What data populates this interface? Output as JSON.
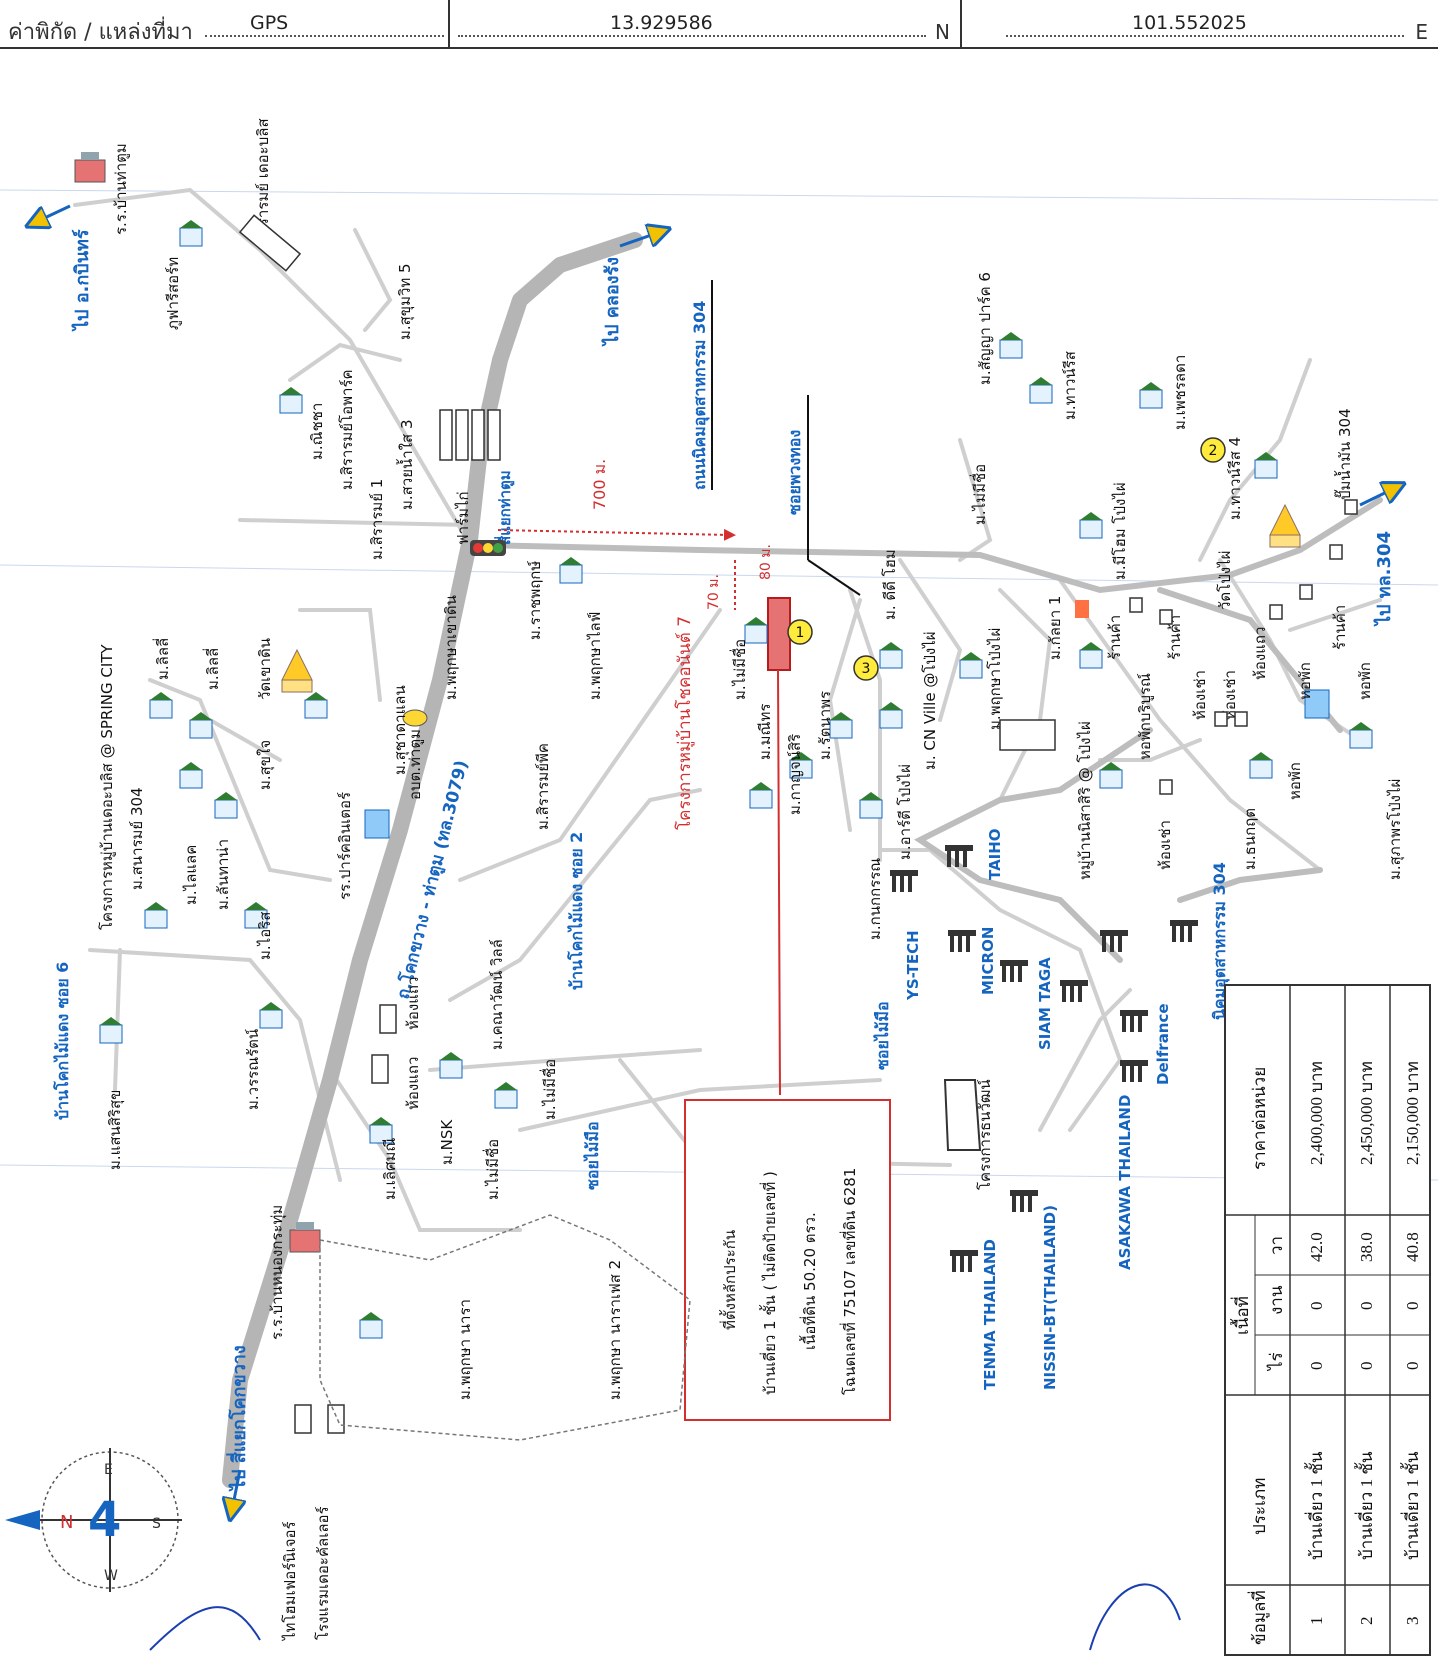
{
  "header": {
    "source_label": "ค่าพิกัด / แหล่งที่มา",
    "source_value": "GPS",
    "lat_value": "13.929586",
    "lat_unit": "N",
    "lng_value": "101.552025",
    "lng_unit": "E"
  },
  "directions": {
    "to_kabin": "ไป อ.กบินทร์",
    "to_khlong_rang": "ไป คลองรัง",
    "to_hwy304": "ไป ทล.304",
    "to_khok_khwang": "ไป สี่แยกโคกขวาง"
  },
  "roads": {
    "main_road": "ถ.โคกขวาง - ท่าตูม (ทล.3079)",
    "industrial_road": "ถนนนิคมอุตสาหกรรม 304",
    "soi_phuangthong": "ซอยพวงทอง",
    "soi_mai_mue_1": "ซอยไม้มือ",
    "soi_mai_mue_2": "ซอยไม้มือ",
    "soi_ban_khok_2": "บ้านโคกไม้แดง ซอย 2",
    "soi_ban_khok_6": "บ้านโคกไม้แดง ซอย 6",
    "intersection": "สี่แยกท่าตูม"
  },
  "distances": {
    "d700": "700 ม.",
    "d70": "70 ม.",
    "d80": "80 ม."
  },
  "subject_project": "โครงการหมู่บ้านโชคอนันต์ 7",
  "markers": [
    "1",
    "2",
    "3"
  ],
  "subject_box": {
    "line1": "ที่ตั้งหลักประกัน",
    "line2": "บ้านเดี่ยว 1 ชั้น ( ไม่ติดป้ายเลขที่ )",
    "line3": "เนื้อที่ดิน 50.20 ตรว.",
    "line4": "โฉนดเลขที่ 75107 เลขที่ดิน 6281"
  },
  "places": {
    "school_ban_thatum": "ร.ร.บ้านท่าตูม",
    "phuree_resort": "ภูฟารีสอร์ท",
    "m_sirarom_blis": "ม.สิรารมย์ เดอะบลิส",
    "m_sukhumvit5": "ม.สุขุมวิท 5",
    "m_nichcha": "ม.ณิชชา",
    "m_sirarom_park": "ม.สิรารมย์โอพาร์ค",
    "m_suaynamsai3": "ม.สวยน้ำใส 3",
    "m_sirarom1": "ม.สิรารมย์ 1",
    "farm_kai": "ฟาร์มไก่",
    "m_phrueksa_khaodin": "ม.พฤกษาเขาดิน",
    "m_ratchaphruek": "ม.ราชพฤกษ์",
    "m_phrueksa_ville": "ม.พฤกษาไลฟ์",
    "wat_khaodin": "วัดเขาดิน",
    "m_lilly1": "ม.ลิลลี่",
    "m_lilly2": "ม.ลิลลี่",
    "spring_city": "โครงการหมู่บ้านเดอะบลิส @ SPRING CITY",
    "m_sukjai": "ม.สุขใจ",
    "m_suchada": "ม.สุชาดาแลน",
    "abt_thatum": "อบต.ท่าตูม",
    "rr_park": "รร.ปาร์คอินเตอร์",
    "m_sirarom_phet": "ม.สิรารมย์พีค",
    "m_sanarom304": "ม.สนารมย์ 304",
    "m_lanlad": "ม.ไลแลค",
    "m_lanthana": "ม.ลันทาน่า",
    "m_iris": "ม.ไอริส",
    "m_khanawat": "ม.คณาวัฒน์ วิลล์",
    "hong_thaew1": "ห้องแถว",
    "hong_thaew2": "ห้องแถว",
    "m_wannarat": "ม.วรรณรัตน์",
    "m_saensirisuk": "ม.แสนสิริสุข",
    "m_loetsom": "ม.เลิศมณี",
    "m_nsk": "ม.NSK",
    "m_mai_mue1": "ม.ไม่มีชื่อ",
    "m_mai_mue2": "ม.ไม่มีชื่อ",
    "rr_ban_nong_krathum": "ร.ร.บ้านหนองกระทุ่ม",
    "m_phrueksa_nara": "ม.พฤกษา นารา",
    "m_phrueksa_nara2": "ม.พฤกษา นาราเฟส 2",
    "thai_home": "ไทโฮมเฟอร์นิเจอร์",
    "hotel": "โรงแรมเดอะคัลเลอร์",
    "m_mai_mue_s": "ม.ไม่มีชื่อ",
    "m_manithon": "ม.มณีทร",
    "m_kanyalak": "ม.กาญจน์สิริ",
    "m_rattanaphon": "ม.รัตนาพร",
    "m_kanokkorn": "ม.กนกกรรณ",
    "m_arisa": "ม.อาร์ตี โป่งไผ่",
    "m_cnville": "ม. CN Ville @โป่งไผ่",
    "m_ditihome": "ม. ดีดี โฮม",
    "m_phrueksa_pongphai": "ม.พฤกษาโป่งไผ่",
    "m_klaya1": "ม.กัลยา 1",
    "m_ban_nirat": "หมู่บ้านนิสาสิริ @ โป่งไผ่",
    "m_mai_mue_e": "ม.ไม่มีชื่อ",
    "m_sanyaparc": "ม.สัญญา ปาร์ค 6",
    "m_thawirat": "ม.ทาวน์รีส",
    "m_phetcharada": "ม.เพชรลดา",
    "m_mihome": "ม.มีโฮม โป่งไผ่",
    "m_thawirat4": "ม.ทาวน์รีส 4",
    "wat_pongphai": "วัดโป่งไผ่",
    "m_pongphai304": "ปั๊มน้ำมัน 304",
    "ran_kha1": "ร้านค้า",
    "ran_kha2": "ร้านค้า",
    "ran_kha3": "ร้านค้า",
    "hong_chao1": "ห้องเช่า",
    "hong_chao2": "ห้องเช่า",
    "hong_chao3": "ห้องเช่า",
    "hong_thaew3": "ห้องแถว",
    "hopak1": "หอพัก",
    "hopak2": "หอพัก",
    "hopak3": "หอพัก",
    "hopak_boriboon": "หอพักบริบูรณ์",
    "m_thanakrit": "ม.ธนกฤต",
    "m_supaporn": "ม.สุภาพรโป่งไผ่",
    "kanan_thanawat": "โครงการธนวัฒน์",
    "nikhom": "นิคมอุตสาหกรรม 304"
  },
  "factories": [
    "TAIHO",
    "YS-TECH",
    "MICRON",
    "SIAM TAGA",
    "Delfrance",
    "ASAKAWA THAILAND",
    "TENMA THAILAND",
    "NISSIN-BT(THAILAND)"
  ],
  "compass": {
    "n": "N",
    "e": "E",
    "s": "S",
    "w": "W"
  },
  "table": {
    "headers": {
      "no": "ข้อมูลที่",
      "type": "ประเภท",
      "area": "เนื้อที่",
      "rai": "ไร่",
      "ngan": "งาน",
      "wa": "วา",
      "price": "ราคาต่อหน่วย"
    },
    "rows": [
      {
        "no": "1",
        "type": "บ้านเดี่ยว 1 ชั้น",
        "rai": "0",
        "ngan": "0",
        "wa": "42.0",
        "price": "2,400,000 บาท"
      },
      {
        "no": "2",
        "type": "บ้านเดี่ยว 1 ชั้น",
        "rai": "0",
        "ngan": "0",
        "wa": "38.0",
        "price": "2,450,000 บาท"
      },
      {
        "no": "3",
        "type": "บ้านเดี่ยว 1 ชั้น",
        "rai": "0",
        "ngan": "0",
        "wa": "40.8",
        "price": "2,150,000 บาท"
      }
    ]
  }
}
